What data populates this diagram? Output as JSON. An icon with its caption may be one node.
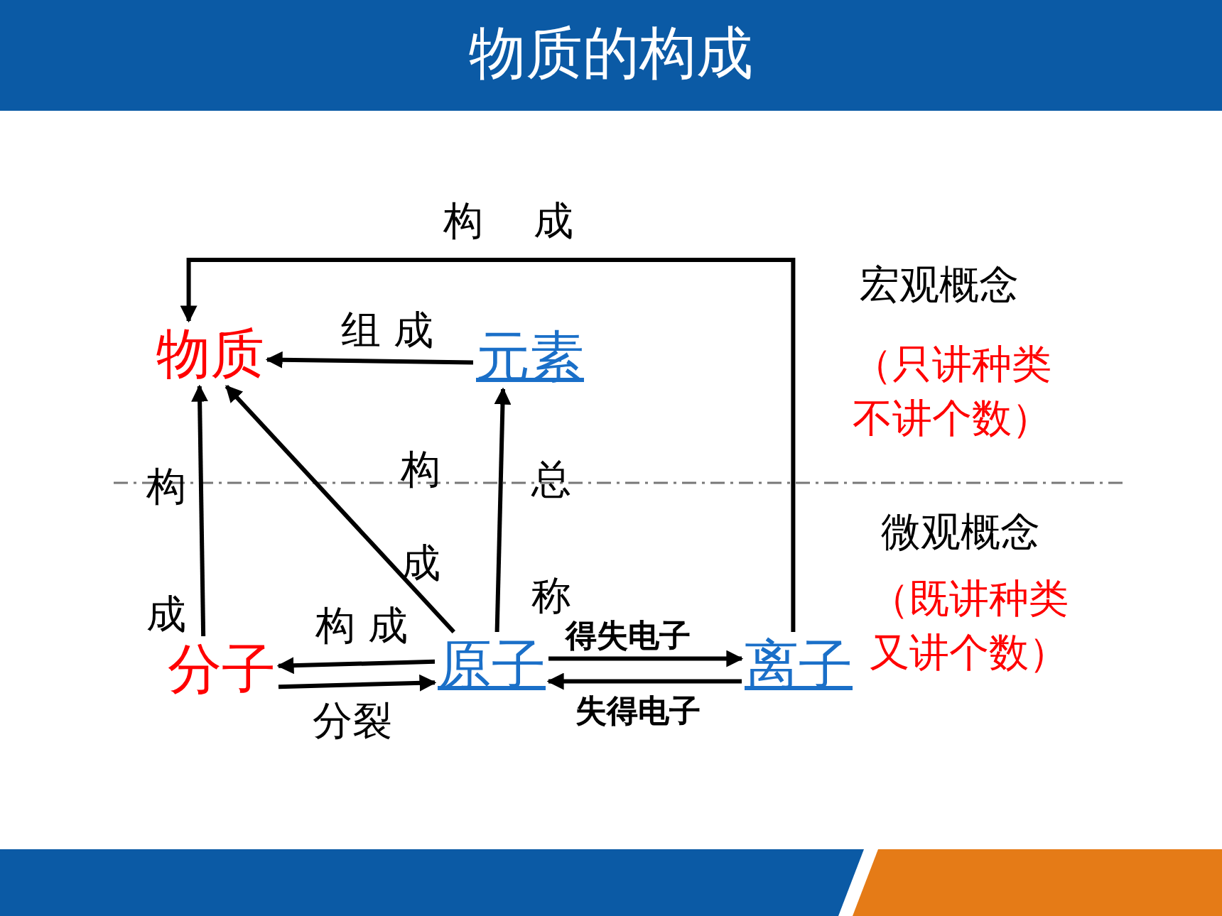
{
  "diagram": {
    "title": "物质的构成",
    "nodes": [
      {
        "text": [
          "物质"
        ]
      },
      {
        "text": [
          "元素"
        ]
      },
      {
        "text": [
          "分子"
        ]
      },
      {
        "text": [
          "原子"
        ]
      },
      {
        "text": [
          "离子"
        ]
      }
    ],
    "edges": [
      {
        "from": 1,
        "to": 0,
        "arrow": "to",
        "label": "组 成"
      },
      {
        "from": 4,
        "to": 0,
        "arrow": "to",
        "label": "构    成"
      },
      {
        "from": 2,
        "to": 0,
        "arrow": "to",
        "label": "构成"
      },
      {
        "from": 3,
        "to": 0,
        "arrow": "to",
        "label": "构成"
      },
      {
        "from": 3,
        "to": 1,
        "arrow": "to",
        "label": "总称"
      },
      {
        "from": 3,
        "to": 2,
        "arrow": "to",
        "label": "构 成"
      },
      {
        "from": 2,
        "to": 3,
        "arrow": "to",
        "label": "分裂"
      },
      {
        "from": 3,
        "to": 4,
        "arrow": "to",
        "label": "得失电子"
      },
      {
        "from": 4,
        "to": 3,
        "arrow": "to",
        "label": "失得电子"
      }
    ],
    "labels": [
      "宏观概念",
      "（只讲种类不讲个数）",
      "微观概念",
      "（既讲种类又讲个数）"
    ]
  }
}
